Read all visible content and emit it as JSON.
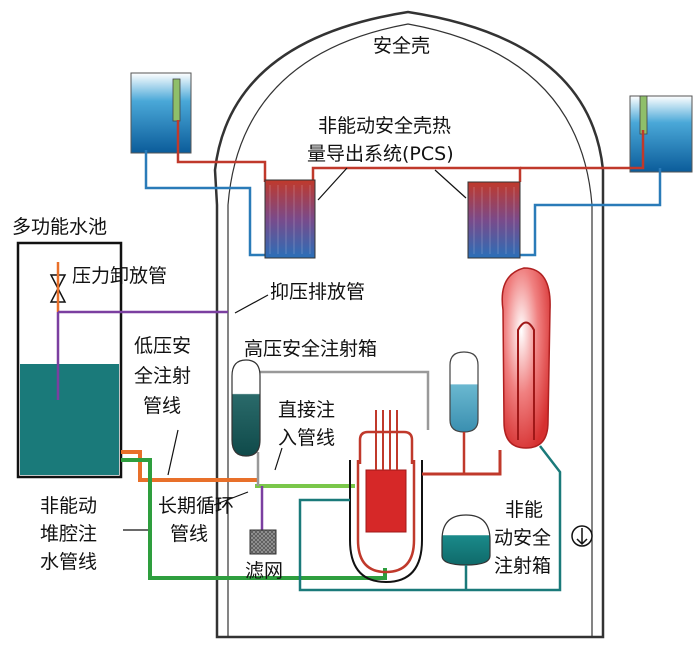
{
  "labels": {
    "containment": "安全壳",
    "pcs_line1": "非能动安全壳热",
    "pcs_line2": "量导出系统(PCS)",
    "pool": "多功能水池",
    "pressure_relief": "压力卸放管",
    "suppression_discharge": "抑压排放管",
    "lp_line1": "低压安",
    "lp_line2": "全注射",
    "lp_line3": "管线",
    "hp_tank": "高压安全注射箱",
    "direct_line1": "直接注",
    "direct_line2": "入管线",
    "cavity_line1": "非能动",
    "cavity_line2": "堆腔注",
    "cavity_line3": "水管线",
    "longterm_line1": "长期循环",
    "longterm_line2": "管线",
    "filter": "滤网",
    "passive_line1": "非能",
    "passive_line2": "动安全",
    "passive_line3": "注射箱"
  },
  "colors": {
    "hot_pipe": "#c0392b",
    "cold_pipe": "#2a7bb8",
    "purple_pipe": "#7b3fa0",
    "orange_pipe": "#e8702a",
    "green_pipe": "#2e9e3e",
    "pool_water": "#1a7a7a",
    "containment_line": "#333333"
  }
}
